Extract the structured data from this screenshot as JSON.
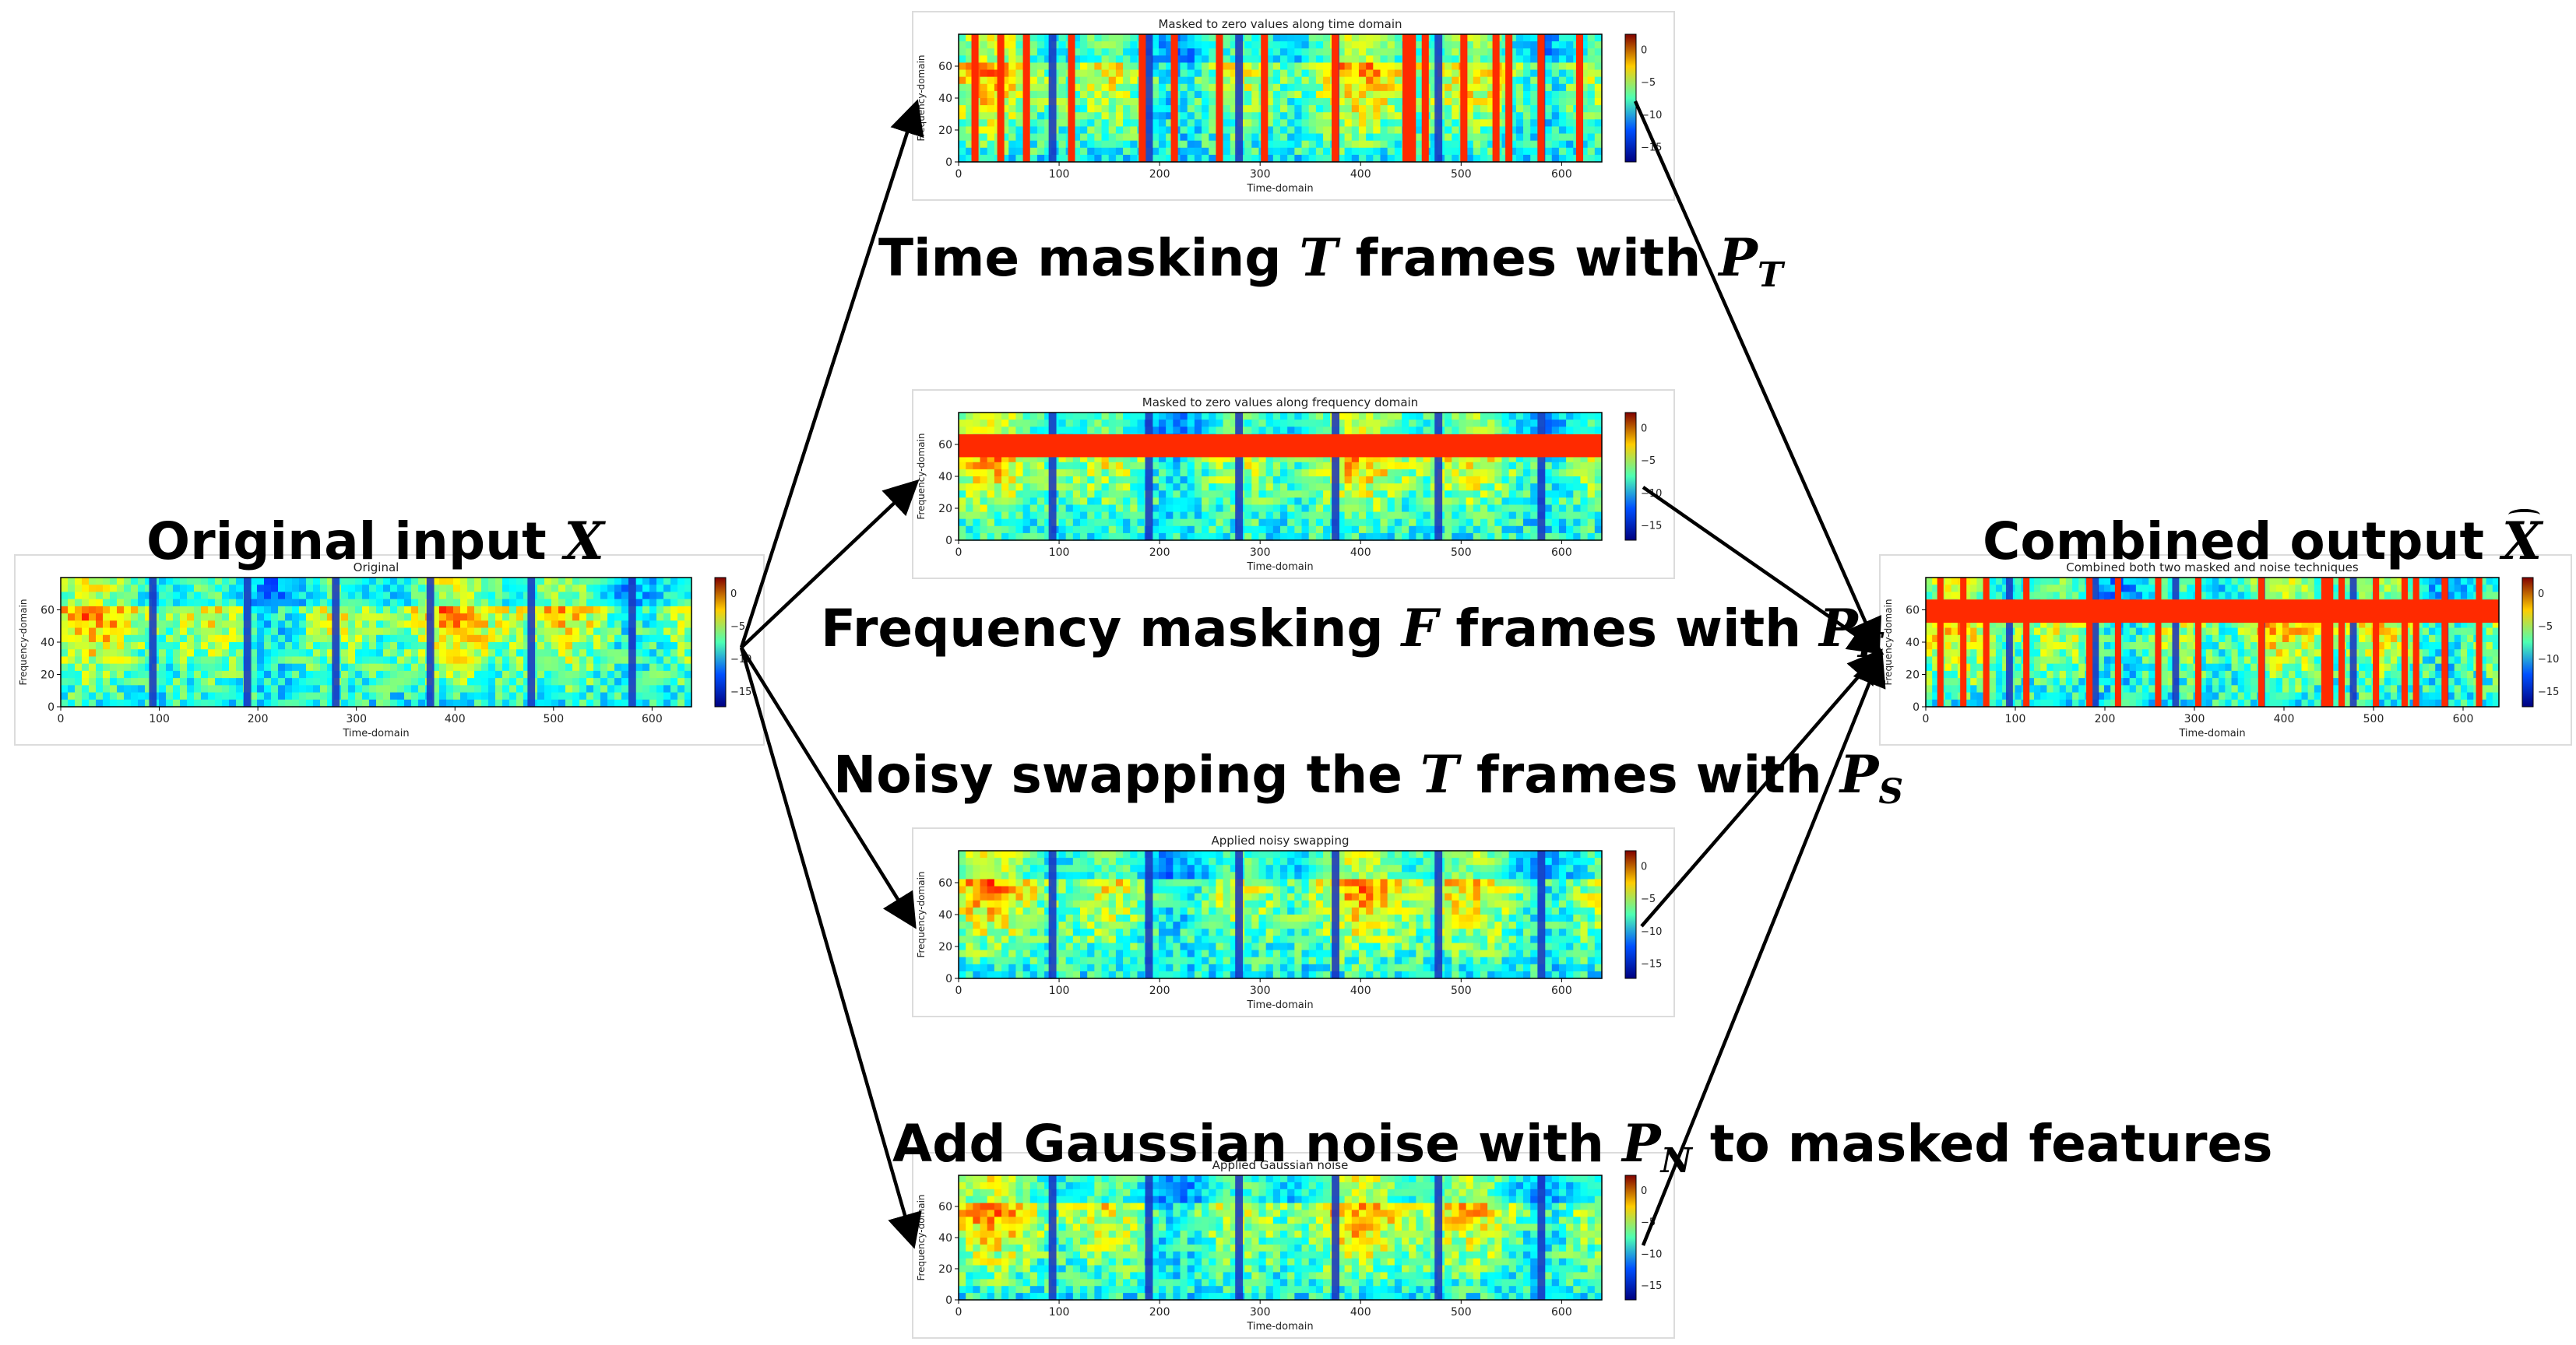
{
  "labels": {
    "original_text": "Original input ",
    "original_sym": "X",
    "time_text": "Time masking ",
    "time_sym": "T",
    "time_mid": " frames with ",
    "time_p": "P",
    "time_sub": "T",
    "freq_text": "Frequency masking ",
    "freq_sym": "F",
    "freq_mid": " frames with ",
    "freq_p": "P",
    "freq_sub": "F",
    "swap_text": "Noisy swapping the ",
    "swap_sym": "T",
    "swap_mid": " frames with ",
    "swap_p": "P",
    "swap_sub": "S",
    "noise_text": "Add Gaussian noise with ",
    "noise_p": "P",
    "noise_sub": "N",
    "noise_tail": " to masked features",
    "combined_text": "Combined output ",
    "combined_sym": "X"
  },
  "panels": {
    "original": {
      "title": "Original",
      "xlabel": "Time-domain",
      "ylabel": "Frequency-domain"
    },
    "time_mask": {
      "title": "Masked to zero values along time domain",
      "xlabel": "Time-domain",
      "ylabel": "Frequency-domain"
    },
    "freq_mask": {
      "title": "Masked to zero values along frequency domain",
      "xlabel": "Time-domain",
      "ylabel": "Frequency-domain"
    },
    "noisy_swap": {
      "title": "Applied noisy swapping",
      "xlabel": "Time-domain",
      "ylabel": "Frequency-domain"
    },
    "gauss_noise": {
      "title": "Applied Gaussian noise",
      "xlabel": "Time-domain",
      "ylabel": "Frequency-domain"
    },
    "combined": {
      "title": "Combined both two masked and noise techniques",
      "xlabel": "Time-domain",
      "ylabel": "Frequency-domain"
    }
  },
  "axes": {
    "xticks": [
      "0",
      "100",
      "200",
      "300",
      "400",
      "500",
      "600"
    ],
    "yticks": [
      "0",
      "20",
      "40",
      "60"
    ],
    "cbar_ticks": [
      "0",
      "−5",
      "−10",
      "−15"
    ]
  },
  "colors": {
    "mask": "#ff2a00",
    "arrow": "#000000",
    "panel_border": "#dcdcdc"
  }
}
